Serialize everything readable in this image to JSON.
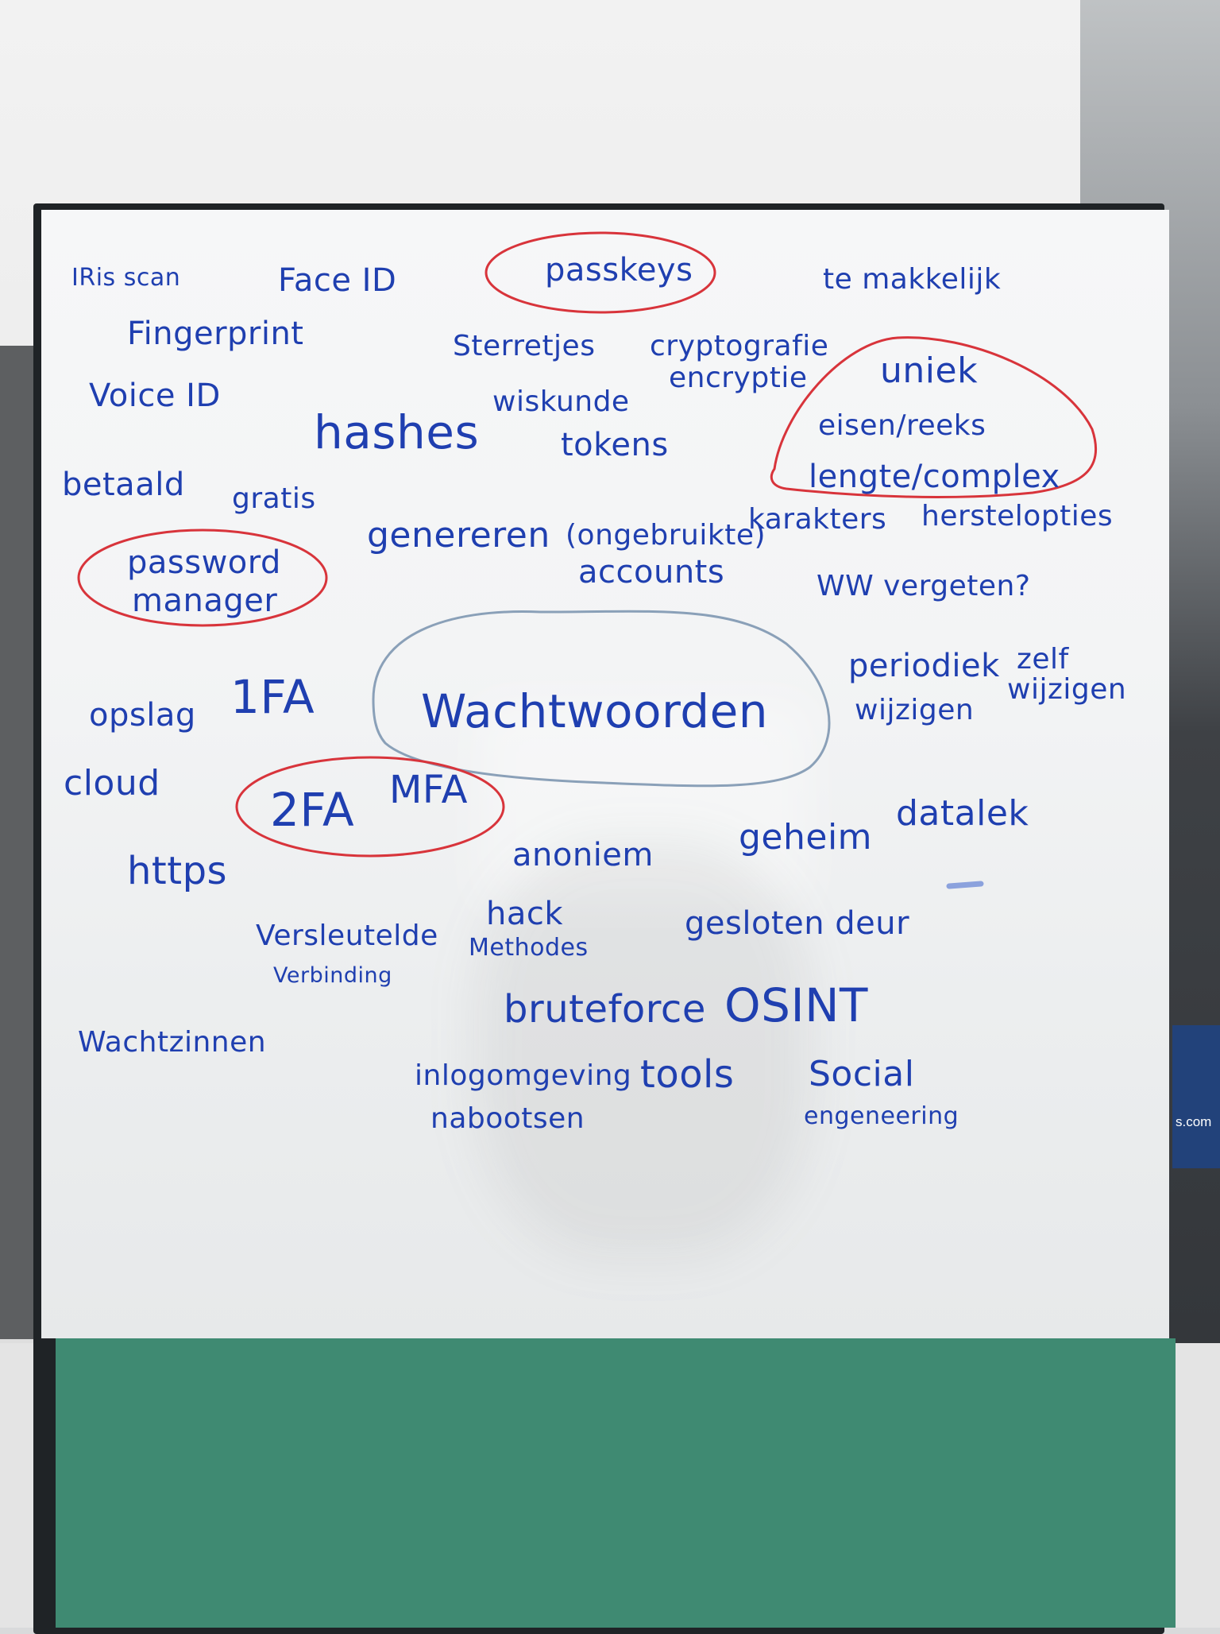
{
  "board": {
    "words": [
      {
        "id": "iris-scan",
        "text": "IRis scan"
      },
      {
        "id": "face-id",
        "text": "Face ID"
      },
      {
        "id": "passkeys",
        "text": "passkeys"
      },
      {
        "id": "te-makkelijk",
        "text": "te makkelijk"
      },
      {
        "id": "fingerprint",
        "text": "Fingerprint"
      },
      {
        "id": "sterretjes",
        "text": "Sterretjes"
      },
      {
        "id": "cryptografie",
        "text": "cryptografie"
      },
      {
        "id": "encryptie",
        "text": "encryptie"
      },
      {
        "id": "voice-id",
        "text": "Voice ID"
      },
      {
        "id": "uniek",
        "text": "uniek"
      },
      {
        "id": "hashes",
        "text": "hashes"
      },
      {
        "id": "wiskunde",
        "text": "wiskunde"
      },
      {
        "id": "tokens",
        "text": "tokens"
      },
      {
        "id": "eisen-reeks",
        "text": "eisen/reeks"
      },
      {
        "id": "lengte-complex",
        "text": "lengte/complex"
      },
      {
        "id": "betaald",
        "text": "betaald"
      },
      {
        "id": "gratis",
        "text": "gratis"
      },
      {
        "id": "karakters",
        "text": "karakters"
      },
      {
        "id": "herstelopties",
        "text": "herstelopties"
      },
      {
        "id": "genereren",
        "text": "genereren"
      },
      {
        "id": "ongebruikte",
        "text": "(ongebruikte)"
      },
      {
        "id": "accounts",
        "text": "accounts"
      },
      {
        "id": "password",
        "text": "password"
      },
      {
        "id": "manager",
        "text": "manager"
      },
      {
        "id": "ww-vergeten",
        "text": "WW vergeten?"
      },
      {
        "id": "periodiek",
        "text": "periodiek"
      },
      {
        "id": "zelf",
        "text": "zelf"
      },
      {
        "id": "wijzigen-1",
        "text": "wijzigen"
      },
      {
        "id": "wijzigen-2",
        "text": "wijzigen"
      },
      {
        "id": "opslag",
        "text": "opslag"
      },
      {
        "id": "1fa",
        "text": "1FA"
      },
      {
        "id": "wachtwoorden",
        "text": "Wachtwoorden"
      },
      {
        "id": "cloud",
        "text": "cloud"
      },
      {
        "id": "2fa",
        "text": "2FA"
      },
      {
        "id": "mfa",
        "text": "MFA"
      },
      {
        "id": "datalek",
        "text": "datalek"
      },
      {
        "id": "geheim",
        "text": "geheim"
      },
      {
        "id": "anoniem",
        "text": "anoniem"
      },
      {
        "id": "https",
        "text": "https"
      },
      {
        "id": "hack",
        "text": "hack"
      },
      {
        "id": "methodes",
        "text": "Methodes"
      },
      {
        "id": "versleutelde",
        "text": "Versleutelde"
      },
      {
        "id": "verbinding",
        "text": "Verbinding"
      },
      {
        "id": "gesloten-deur",
        "text": "gesloten deur"
      },
      {
        "id": "bruteforce",
        "text": "bruteforce"
      },
      {
        "id": "osint",
        "text": "OSINT"
      },
      {
        "id": "wachtzinnen",
        "text": "Wachtzinnen"
      },
      {
        "id": "inlogomgeving",
        "text": "inlogomgeving"
      },
      {
        "id": "nabootsen",
        "text": "nabootsen"
      },
      {
        "id": "tools",
        "text": "tools"
      },
      {
        "id": "social",
        "text": "Social"
      },
      {
        "id": "engeneering",
        "text": "engeneering"
      }
    ]
  },
  "background": {
    "banner_text": "s.com"
  },
  "colors": {
    "ink_blue": "#1f3fb0",
    "ink_red": "#d8343b",
    "felt_green": "#3f8a72"
  }
}
